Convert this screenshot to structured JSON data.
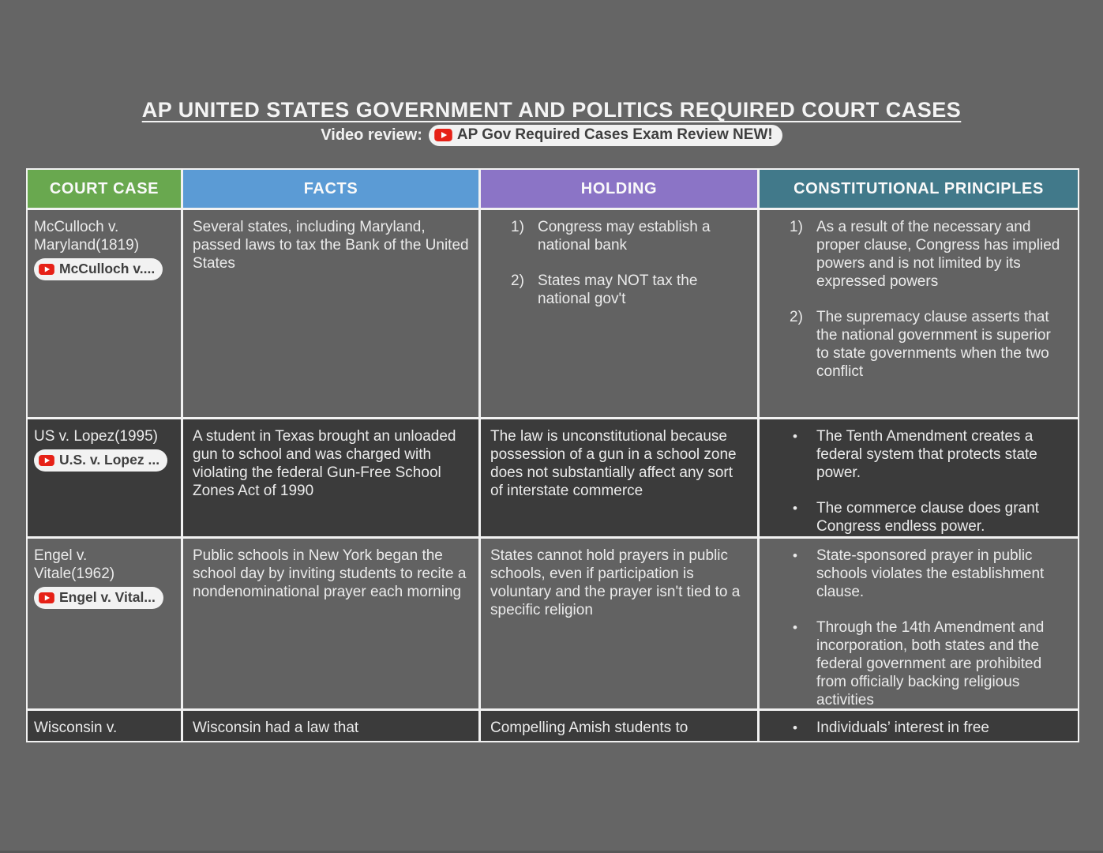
{
  "page": {
    "title": "AP UNITED STATES GOVERNMENT AND POLITICS REQUIRED COURT CASES",
    "video_review_label": "Video review:",
    "video_badge": "AP Gov Required Cases Exam Review NEW!",
    "icons": {
      "video_badge_icon": "youtube-play"
    },
    "colors": {
      "background": "#656565",
      "header_court_case": "#69a84f",
      "header_facts": "#5b9bd5",
      "header_holding": "#8b74c6",
      "header_principles": "#41798a",
      "row_light": "#626262",
      "row_dark": "#3b3b3b",
      "border": "#f2f2f2",
      "youtube_red": "#e62117"
    }
  },
  "table": {
    "headers": [
      "COURT CASE",
      "FACTS",
      "HOLDING",
      "CONSTITUTIONAL PRINCIPLES"
    ],
    "rows": [
      {
        "theme": "light",
        "case_lines": [
          "McCulloch v.",
          "Maryland(1819)"
        ],
        "badge": "McCulloch v....",
        "facts": "Several states, including Maryland, passed laws to tax the Bank of the United States",
        "holding": {
          "marker": "numbered",
          "items": [
            "Congress may establish a national bank",
            "States may NOT tax the national gov't"
          ]
        },
        "principles": {
          "marker": "numbered",
          "items": [
            "As a result of the necessary and proper clause, Congress has implied powers and is not limited by its expressed powers",
            "The supremacy clause asserts that the national government is superior to state governments when the two conflict"
          ]
        }
      },
      {
        "theme": "dark",
        "case_lines": [
          "US v. Lopez(1995)"
        ],
        "badge": "U.S. v. Lopez ...",
        "facts": "A student in Texas brought an unloaded gun to school and was charged with violating the federal Gun-Free School Zones Act of 1990",
        "holding": {
          "marker": "none",
          "items": [
            "The law is unconstitutional because possession of a gun in a school zone does not substantially affect any sort of interstate commerce"
          ]
        },
        "principles": {
          "marker": "bullet",
          "items": [
            "The Tenth Amendment creates a federal system that protects state power.",
            "The commerce clause does grant Congress endless power."
          ]
        }
      },
      {
        "theme": "light",
        "case_lines": [
          "Engel v.",
          "Vitale(1962)"
        ],
        "badge": "Engel v. Vital...",
        "facts": "Public schools in New York began the school day by inviting students to recite a nondenominational prayer each morning",
        "holding": {
          "marker": "none",
          "items": [
            "States cannot hold prayers in public schools, even if participation is voluntary and the prayer isn't tied to a specific religion"
          ]
        },
        "principles": {
          "marker": "bullet",
          "items": [
            "State-sponsored prayer in public schools violates the establishment clause.",
            "Through the 14th Amendment and incorporation, both states and the federal government are prohibited from officially backing religious activities"
          ]
        }
      },
      {
        "theme": "dark",
        "case_lines": [
          "Wisconsin v."
        ],
        "badge": null,
        "facts": "Wisconsin had a law that",
        "holding": {
          "marker": "none",
          "items": [
            "Compelling Amish students to"
          ]
        },
        "principles": {
          "marker": "bullet",
          "items": [
            "Individuals’ interest in free"
          ]
        }
      }
    ]
  }
}
